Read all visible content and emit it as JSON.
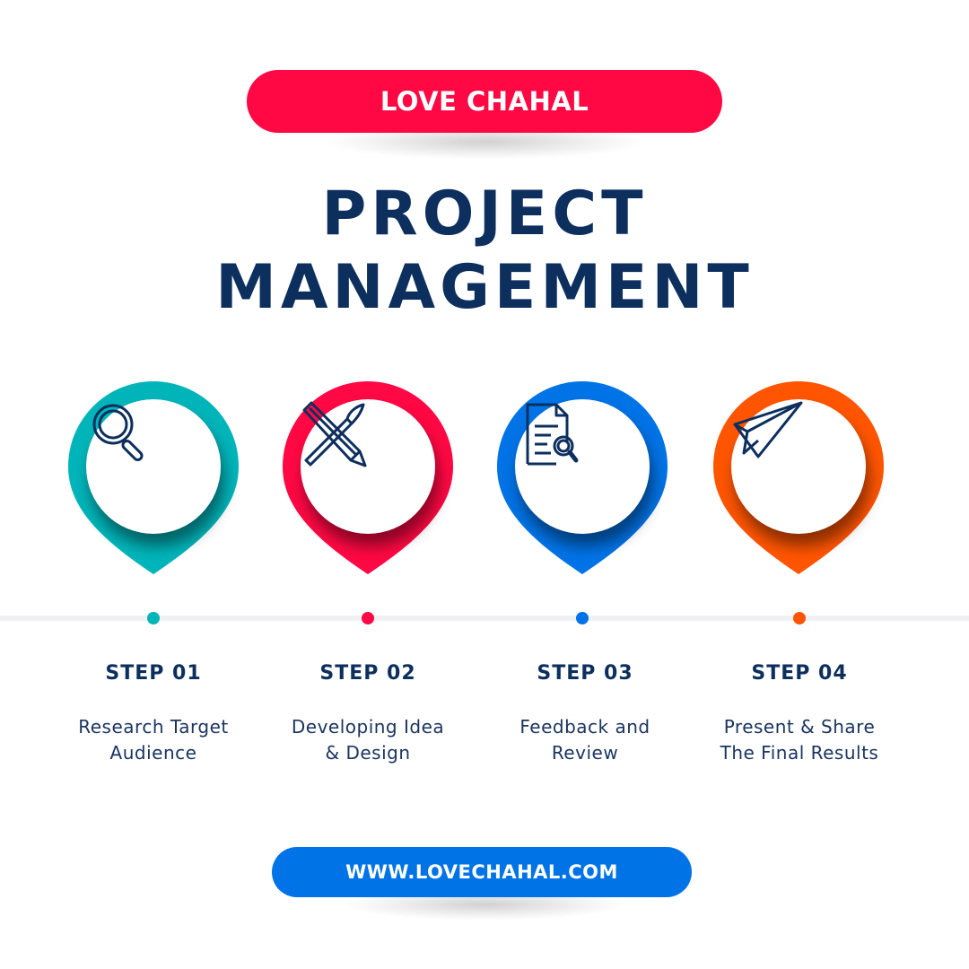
{
  "header": {
    "brand_label": "LOVE CHAHAL",
    "brand_color": "#FF0843"
  },
  "title": {
    "line1": "PROJECT",
    "line2": "MANAGEMENT",
    "color": "#0D2F5E"
  },
  "steps": [
    {
      "label": "STEP 01",
      "line1": "Research Target",
      "line2": "Audience",
      "color": "#00B5BA",
      "icon": "magnifying-glass-icon"
    },
    {
      "label": "STEP 02",
      "line1": "Developing Idea",
      "line2": "& Design",
      "color": "#FF0843",
      "icon": "pencil-brush-icon"
    },
    {
      "label": "STEP 03",
      "line1": "Feedback and",
      "line2": "Review",
      "color": "#0073E6",
      "icon": "document-search-icon"
    },
    {
      "label": "STEP 04",
      "line1": "Present & Share",
      "line2": "The Final Results",
      "color": "#FF5500",
      "icon": "paper-plane-icon"
    }
  ],
  "footer": {
    "website_label": "WWW.LOVECHAHAL.COM",
    "website_color": "#0073E6"
  }
}
